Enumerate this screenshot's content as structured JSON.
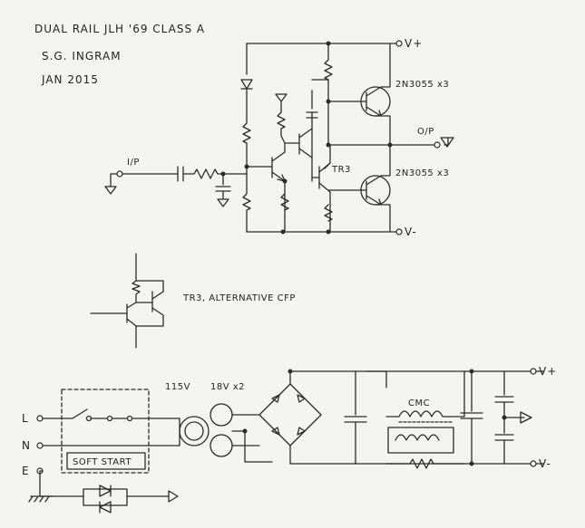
{
  "header": {
    "line1": "DUAL RAIL JLH '69 CLASS A",
    "line2": "S.G. INGRAM",
    "line3": "JAN 2015"
  },
  "amp": {
    "vplus": "V+",
    "vminus": "V-",
    "input": "I/P",
    "output": "O/P",
    "tr3": "TR3",
    "transistor_top": "2N3055 x3",
    "transistor_bottom": "2N3055 x3"
  },
  "alt": {
    "caption": "TR3, ALTERNATIVE CFP"
  },
  "psu": {
    "L": "L",
    "N": "N",
    "E": "E",
    "soft_start": "SOFT START",
    "primary": "115V",
    "secondary": "18V x2",
    "cmc": "CMC",
    "vplus": "V+",
    "vminus": "V-"
  }
}
